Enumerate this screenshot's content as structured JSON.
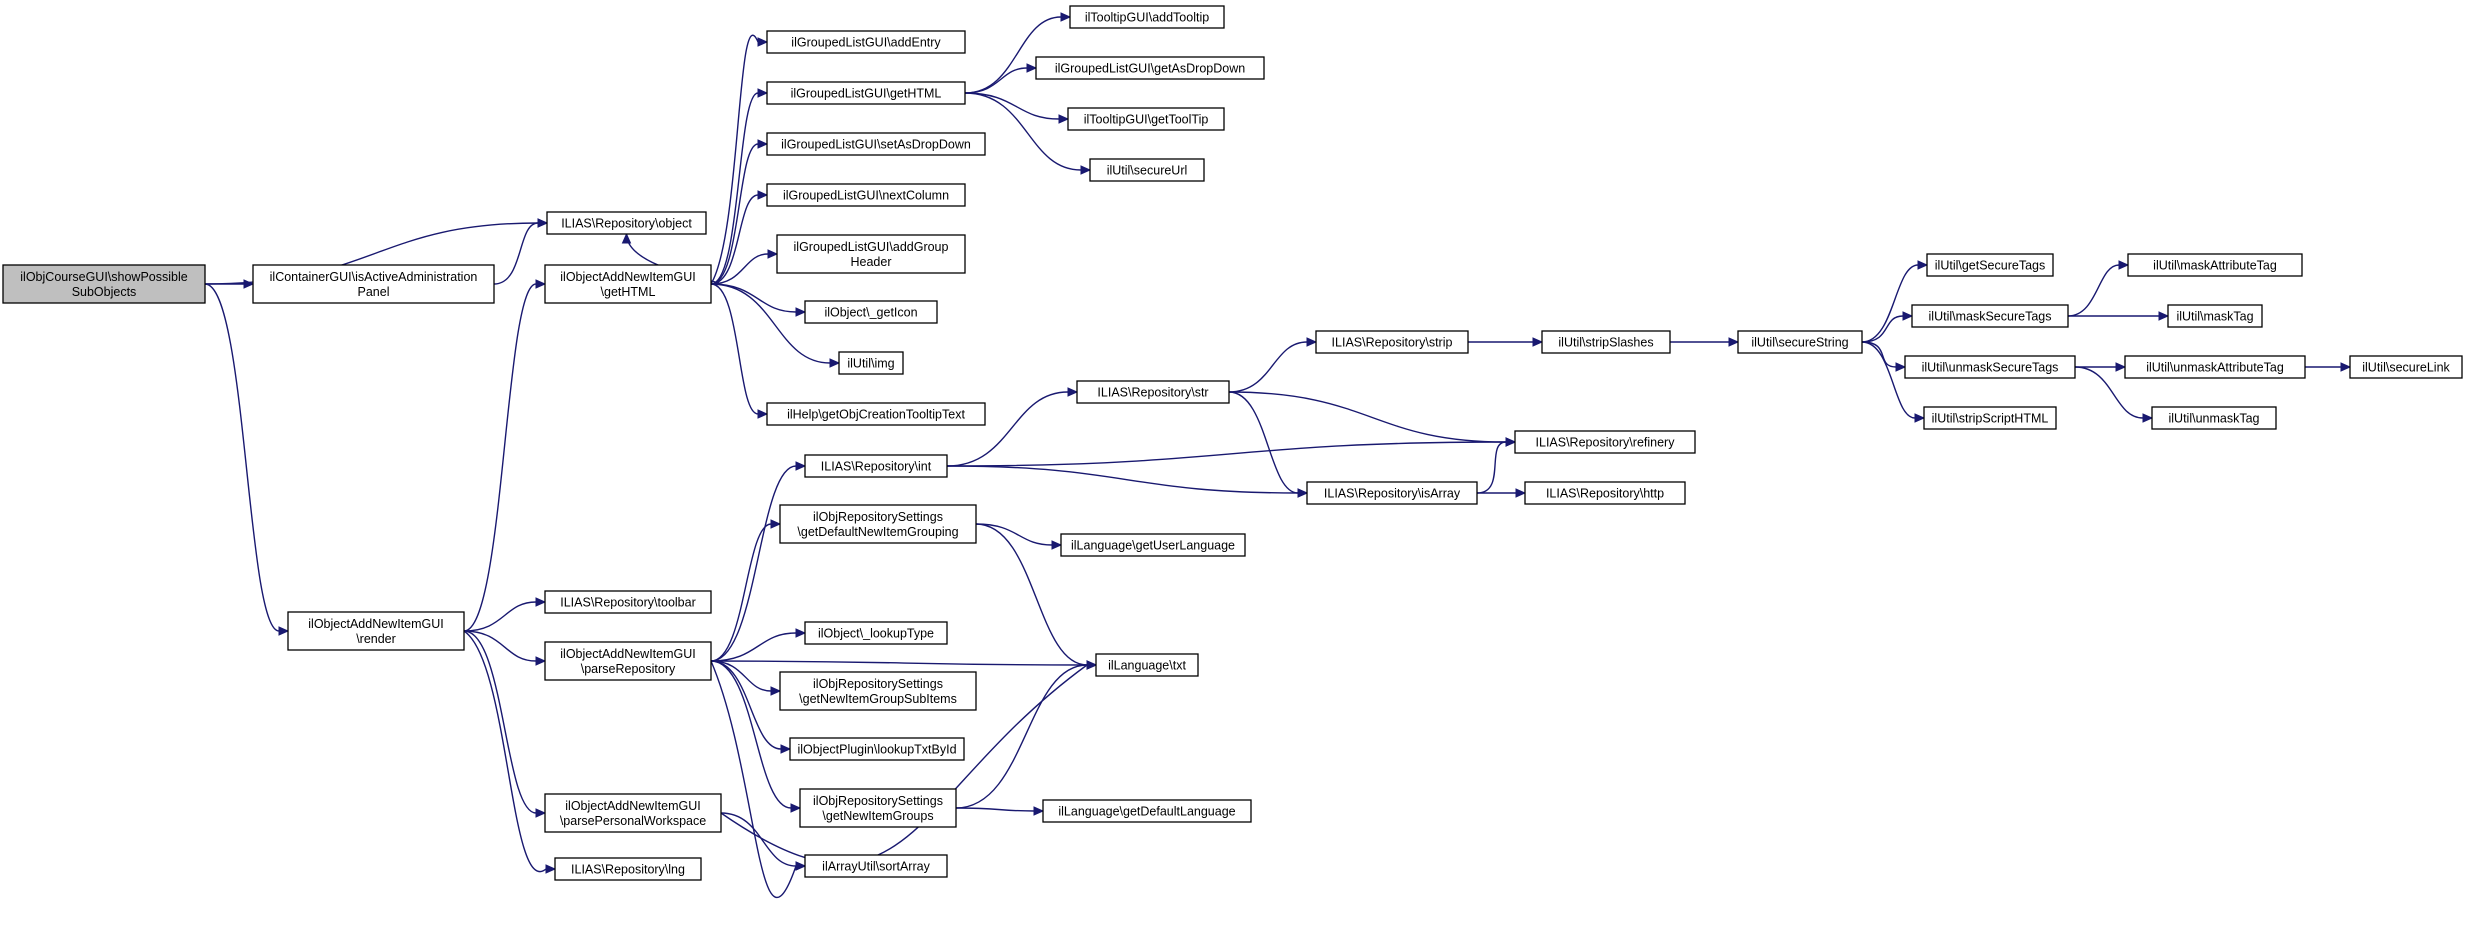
{
  "diagram": {
    "type": "call-graph",
    "nodes": [
      {
        "id": "n0",
        "lines": [
          "ilObjCourseGUI\\showPossible",
          "SubObjects"
        ],
        "root": true
      },
      {
        "id": "n1",
        "lines": [
          "ilContainerGUI\\isActiveAdministration",
          "Panel"
        ]
      },
      {
        "id": "n2",
        "lines": [
          "ILIAS\\Repository\\object"
        ]
      },
      {
        "id": "n3",
        "lines": [
          "ilObjectAddNewItemGUI",
          "\\render"
        ]
      },
      {
        "id": "n4",
        "lines": [
          "ilObjectAddNewItemGUI",
          "\\getHTML"
        ]
      },
      {
        "id": "n5",
        "lines": [
          "ILIAS\\Repository\\toolbar"
        ]
      },
      {
        "id": "n6",
        "lines": [
          "ilObjectAddNewItemGUI",
          "\\parseRepository"
        ]
      },
      {
        "id": "n7",
        "lines": [
          "ilObjectAddNewItemGUI",
          "\\parsePersonalWorkspace"
        ]
      },
      {
        "id": "n8",
        "lines": [
          "ILIAS\\Repository\\lng"
        ]
      },
      {
        "id": "n9",
        "lines": [
          "ilGroupedListGUI\\addEntry"
        ]
      },
      {
        "id": "n10",
        "lines": [
          "ilGroupedListGUI\\getHTML"
        ]
      },
      {
        "id": "n11",
        "lines": [
          "ilGroupedListGUI\\setAsDropDown"
        ]
      },
      {
        "id": "n12",
        "lines": [
          "ilGroupedListGUI\\nextColumn"
        ]
      },
      {
        "id": "n13",
        "lines": [
          "ilGroupedListGUI\\addGroup",
          "Header"
        ]
      },
      {
        "id": "n14",
        "lines": [
          "ilObject\\_getIcon"
        ]
      },
      {
        "id": "n15",
        "lines": [
          "ilUtil\\img"
        ]
      },
      {
        "id": "n16",
        "lines": [
          "ilHelp\\getObjCreationTooltipText"
        ]
      },
      {
        "id": "n17",
        "lines": [
          "ilTooltipGUI\\addTooltip"
        ]
      },
      {
        "id": "n18",
        "lines": [
          "ilGroupedListGUI\\getAsDropDown"
        ]
      },
      {
        "id": "n19",
        "lines": [
          "ilTooltipGUI\\getToolTip"
        ]
      },
      {
        "id": "n20",
        "lines": [
          "ilUtil\\secureUrl"
        ]
      },
      {
        "id": "n21",
        "lines": [
          "ILIAS\\Repository\\int"
        ]
      },
      {
        "id": "n22",
        "lines": [
          "ilObjRepositorySettings",
          "\\getDefaultNewItemGrouping"
        ]
      },
      {
        "id": "n23",
        "lines": [
          "ilObject\\_lookupType"
        ]
      },
      {
        "id": "n24",
        "lines": [
          "ilObjRepositorySettings",
          "\\getNewItemGroupSubItems"
        ]
      },
      {
        "id": "n25",
        "lines": [
          "ilObjectPlugin\\lookupTxtById"
        ]
      },
      {
        "id": "n26",
        "lines": [
          "ilObjRepositorySettings",
          "\\getNewItemGroups"
        ]
      },
      {
        "id": "n27",
        "lines": [
          "ilArrayUtil\\sortArray"
        ]
      },
      {
        "id": "n28",
        "lines": [
          "ILIAS\\Repository\\str"
        ]
      },
      {
        "id": "n29",
        "lines": [
          "ILIAS\\Repository\\isArray"
        ]
      },
      {
        "id": "n30",
        "lines": [
          "ilLanguage\\getUserLanguage"
        ]
      },
      {
        "id": "n31",
        "lines": [
          "ilLanguage\\txt"
        ]
      },
      {
        "id": "n32",
        "lines": [
          "ilLanguage\\getDefaultLanguage"
        ]
      },
      {
        "id": "n33",
        "lines": [
          "ILIAS\\Repository\\strip"
        ]
      },
      {
        "id": "n34",
        "lines": [
          "ILIAS\\Repository\\refinery"
        ]
      },
      {
        "id": "n35",
        "lines": [
          "ILIAS\\Repository\\http"
        ]
      },
      {
        "id": "n36",
        "lines": [
          "ilUtil\\stripSlashes"
        ]
      },
      {
        "id": "n37",
        "lines": [
          "ilUtil\\secureString"
        ]
      },
      {
        "id": "n38",
        "lines": [
          "ilUtil\\getSecureTags"
        ]
      },
      {
        "id": "n39",
        "lines": [
          "ilUtil\\maskSecureTags"
        ]
      },
      {
        "id": "n40",
        "lines": [
          "ilUtil\\unmaskSecureTags"
        ]
      },
      {
        "id": "n41",
        "lines": [
          "ilUtil\\stripScriptHTML"
        ]
      },
      {
        "id": "n42",
        "lines": [
          "ilUtil\\maskAttributeTag"
        ]
      },
      {
        "id": "n43",
        "lines": [
          "ilUtil\\maskTag"
        ]
      },
      {
        "id": "n44",
        "lines": [
          "ilUtil\\unmaskAttributeTag"
        ]
      },
      {
        "id": "n45",
        "lines": [
          "ilUtil\\unmaskTag"
        ]
      },
      {
        "id": "n46",
        "lines": [
          "ilUtil\\secureLink"
        ]
      }
    ],
    "edges": [
      [
        "n0",
        "n1"
      ],
      [
        "n0",
        "n2"
      ],
      [
        "n0",
        "n3"
      ],
      [
        "n1",
        "n2"
      ],
      [
        "n3",
        "n4"
      ],
      [
        "n3",
        "n5"
      ],
      [
        "n3",
        "n6"
      ],
      [
        "n3",
        "n7"
      ],
      [
        "n3",
        "n8"
      ],
      [
        "n4",
        "n2"
      ],
      [
        "n4",
        "n9"
      ],
      [
        "n4",
        "n10"
      ],
      [
        "n4",
        "n11"
      ],
      [
        "n4",
        "n12"
      ],
      [
        "n4",
        "n13"
      ],
      [
        "n4",
        "n14"
      ],
      [
        "n4",
        "n15"
      ],
      [
        "n4",
        "n16"
      ],
      [
        "n10",
        "n17"
      ],
      [
        "n10",
        "n18"
      ],
      [
        "n10",
        "n19"
      ],
      [
        "n10",
        "n20"
      ],
      [
        "n6",
        "n21"
      ],
      [
        "n6",
        "n22"
      ],
      [
        "n6",
        "n31"
      ],
      [
        "n6",
        "n23"
      ],
      [
        "n6",
        "n24"
      ],
      [
        "n6",
        "n25"
      ],
      [
        "n6",
        "n26"
      ],
      [
        "n6",
        "n27"
      ],
      [
        "n7",
        "n27"
      ],
      [
        "n7",
        "n31"
      ],
      [
        "n21",
        "n28"
      ],
      [
        "n21",
        "n34"
      ],
      [
        "n21",
        "n29"
      ],
      [
        "n28",
        "n33"
      ],
      [
        "n28",
        "n34"
      ],
      [
        "n28",
        "n29"
      ],
      [
        "n29",
        "n34"
      ],
      [
        "n29",
        "n35"
      ],
      [
        "n22",
        "n30"
      ],
      [
        "n22",
        "n31"
      ],
      [
        "n26",
        "n31"
      ],
      [
        "n26",
        "n32"
      ],
      [
        "n33",
        "n36"
      ],
      [
        "n36",
        "n37"
      ],
      [
        "n37",
        "n38"
      ],
      [
        "n37",
        "n39"
      ],
      [
        "n37",
        "n40"
      ],
      [
        "n37",
        "n41"
      ],
      [
        "n39",
        "n42"
      ],
      [
        "n39",
        "n43"
      ],
      [
        "n40",
        "n44"
      ],
      [
        "n40",
        "n45"
      ],
      [
        "n44",
        "n46"
      ]
    ]
  }
}
